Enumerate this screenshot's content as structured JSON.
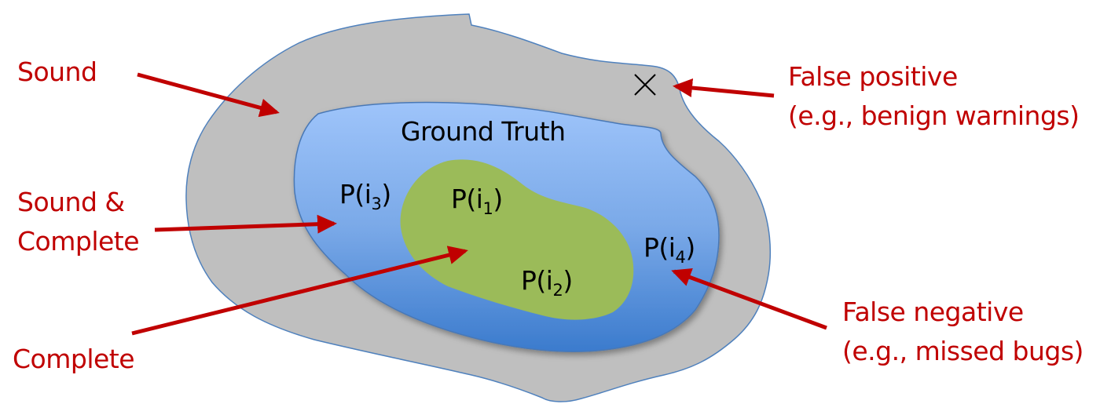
{
  "diagram": {
    "regions": {
      "sound_region": {
        "name": "Sound analysis result set",
        "fill": "#bfbfbf",
        "stroke": "#4f81bd"
      },
      "ground_truth": {
        "label": "Ground Truth",
        "fill_top": "#9ec4fa",
        "fill_bottom": "#3b7bcd",
        "stroke": "#4a78b5"
      },
      "complete_region": {
        "name": "Complete analysis result set",
        "fill": "#9bbb59"
      }
    },
    "points": [
      {
        "id": "p_i1",
        "base": "P(i",
        "sub": "1",
        "close": ")"
      },
      {
        "id": "p_i2",
        "base": "P(i",
        "sub": "2",
        "close": ")"
      },
      {
        "id": "p_i3",
        "base": "P(i",
        "sub": "3",
        "close": ")"
      },
      {
        "id": "p_i4",
        "base": "P(i",
        "sub": "4",
        "close": ")"
      }
    ],
    "false_positive_marker": "×",
    "labels": {
      "sound": "Sound",
      "sound_complete_line1": "Sound &",
      "sound_complete_line2": "Complete",
      "complete": "Complete",
      "false_positive_line1": "False positive",
      "false_positive_line2": "(e.g., benign warnings)",
      "false_negative_line1": "False negative",
      "false_negative_line2": "(e.g., missed bugs)"
    },
    "colors": {
      "label_text": "#c00000",
      "arrow": "#c00000",
      "inner_text": "#000000"
    }
  }
}
